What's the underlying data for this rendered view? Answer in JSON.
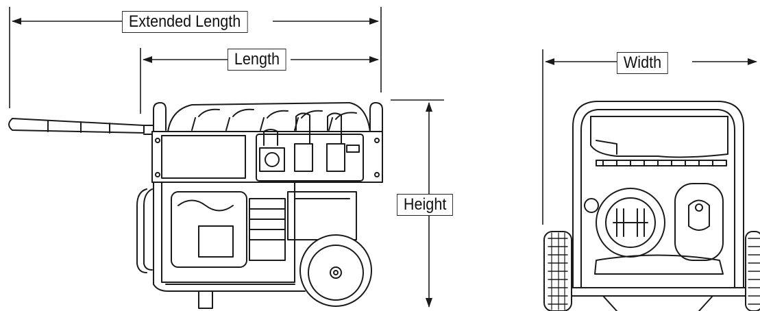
{
  "labels": {
    "extended_length": "Extended Length",
    "length": "Length",
    "height": "Height",
    "width": "Width"
  },
  "colors": {
    "line": "#1a1a1a",
    "background": "#ffffff"
  },
  "icons": {
    "side_view": "generator-side-view-icon",
    "front_view": "generator-front-view-icon"
  }
}
